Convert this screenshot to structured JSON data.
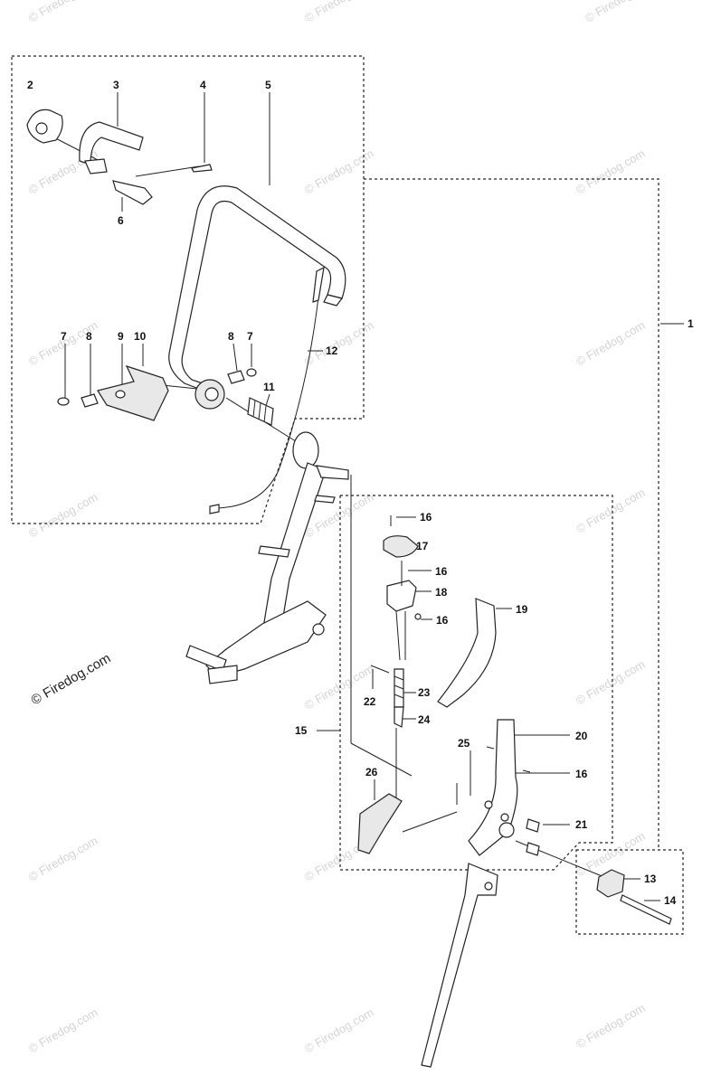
{
  "watermark": "© Firedog.com",
  "watermark_main": "© Firedog.com",
  "callouts": {
    "c1": "1",
    "c2": "2",
    "c3": "3",
    "c4": "4",
    "c5": "5",
    "c6": "6",
    "c7a": "7",
    "c7b": "7",
    "c8a": "8",
    "c8b": "8",
    "c9": "9",
    "c10": "10",
    "c11": "11",
    "c12": "12",
    "c13": "13",
    "c14": "14",
    "c15": "15",
    "c16a": "16",
    "c16b": "16",
    "c16c": "16",
    "c16d": "16",
    "c17": "17",
    "c18": "18",
    "c19": "19",
    "c20": "20",
    "c21": "21",
    "c22": "22",
    "c23": "23",
    "c24": "24",
    "c25": "25",
    "c26": "26"
  }
}
